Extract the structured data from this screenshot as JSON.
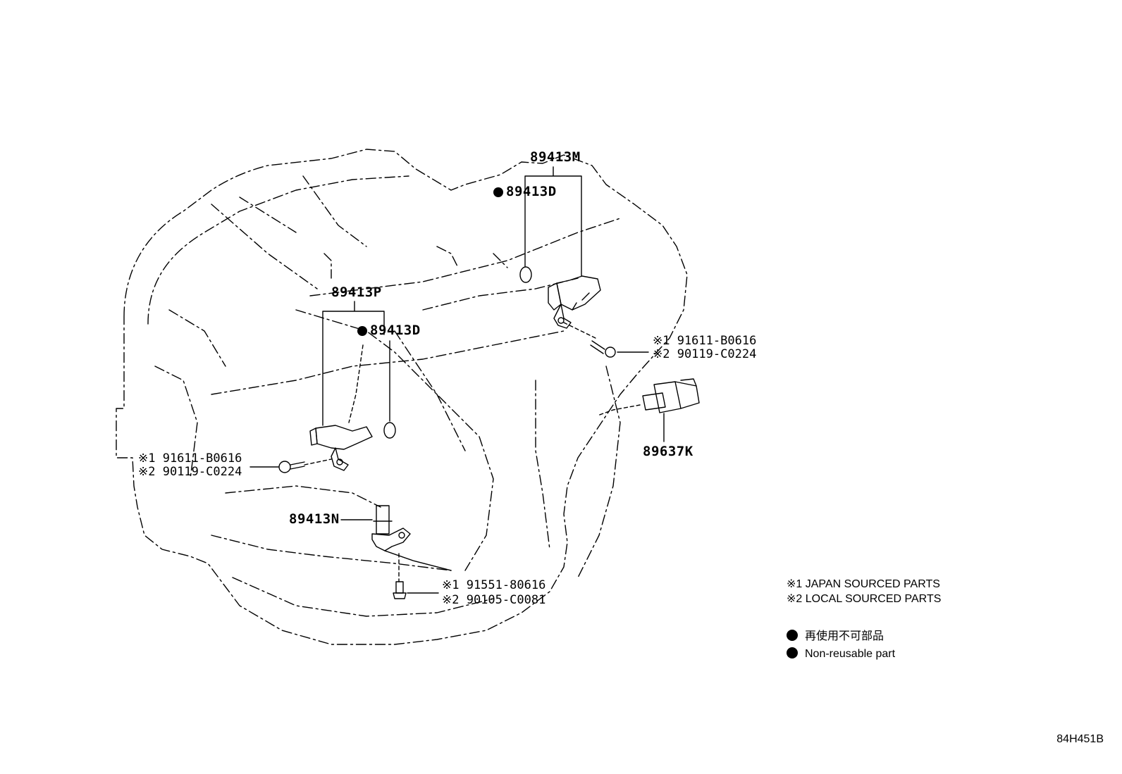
{
  "parts": {
    "p1": "89413M",
    "p2": "89413D",
    "p3": "89413P",
    "p4": "89413D",
    "p5": "89637K",
    "p6": "89413N"
  },
  "bolts": {
    "b1_j": "※1  91611-B0616",
    "b1_l": "※2  90119-C0224",
    "b2_j": "※1  91611-B0616",
    "b2_l": "※2  90119-C0224",
    "b3_j": "※1 91551-80616",
    "b3_l": "※2 90105-C0081"
  },
  "legend": {
    "japan": "※1 JAPAN SOURCED PARTS",
    "local": "※2 LOCAL SOURCED PARTS",
    "nonreuse_jp": "再使用不可部品",
    "nonreuse_en": "Non-reusable part"
  },
  "diagram_ref": "84H451B"
}
